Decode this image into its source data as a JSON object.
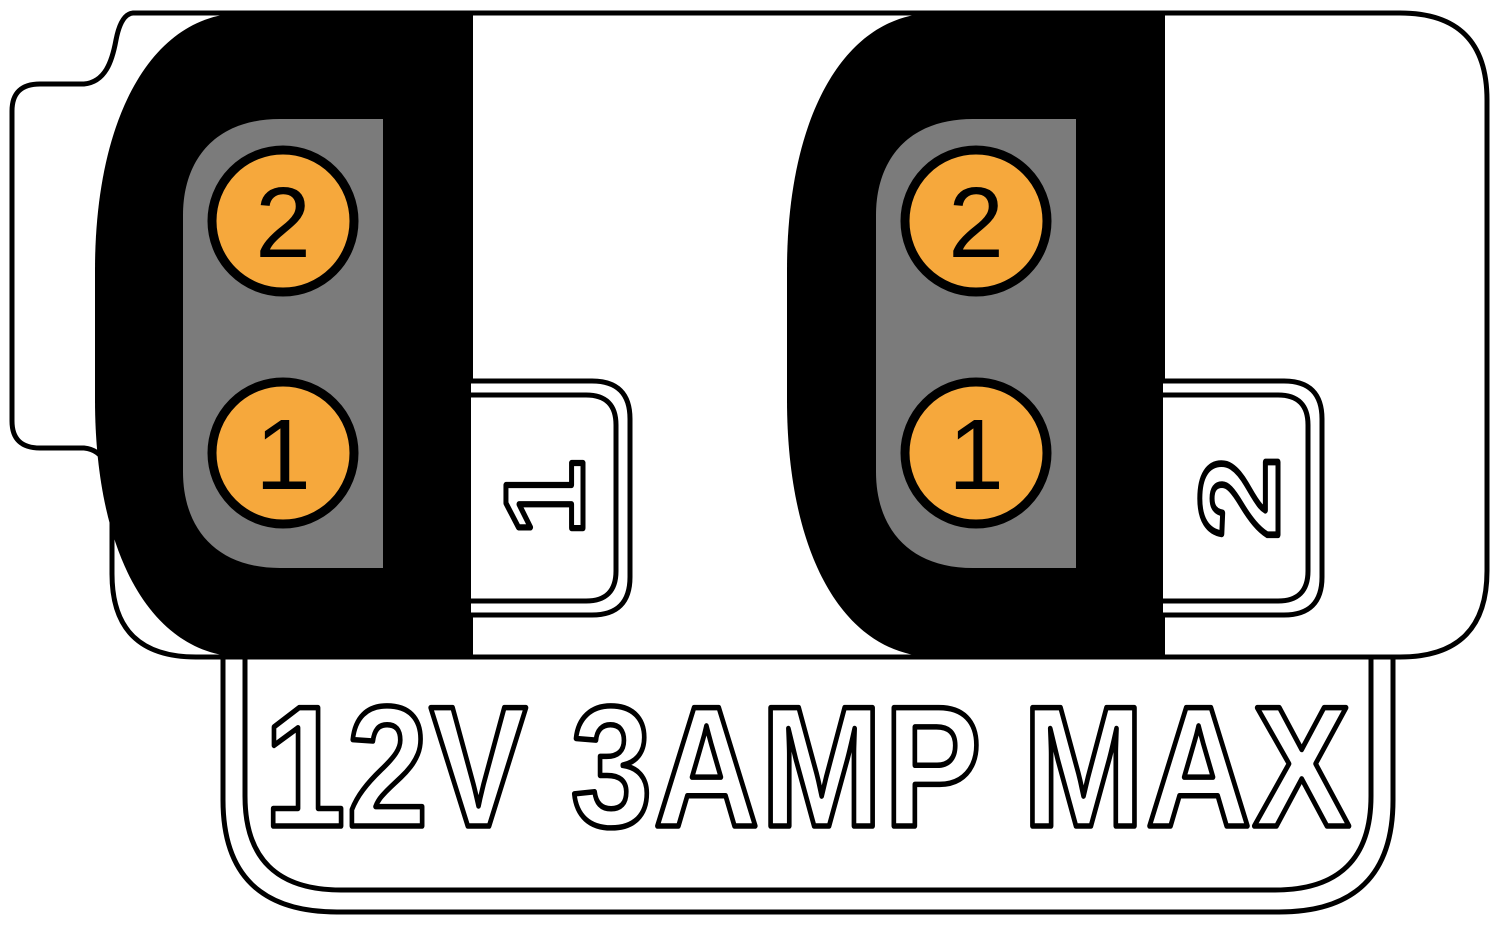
{
  "connector": {
    "rating_label": "12V 3AMP MAX",
    "colors": {
      "pin": "#F6A83C",
      "slot": "#7B7B7B",
      "line": "#000000",
      "body": "#FFFFFF"
    },
    "ports": [
      {
        "number": "1",
        "pins": [
          {
            "label": "2"
          },
          {
            "label": "1"
          }
        ]
      },
      {
        "number": "2",
        "pins": [
          {
            "label": "2"
          },
          {
            "label": "1"
          }
        ]
      }
    ]
  }
}
